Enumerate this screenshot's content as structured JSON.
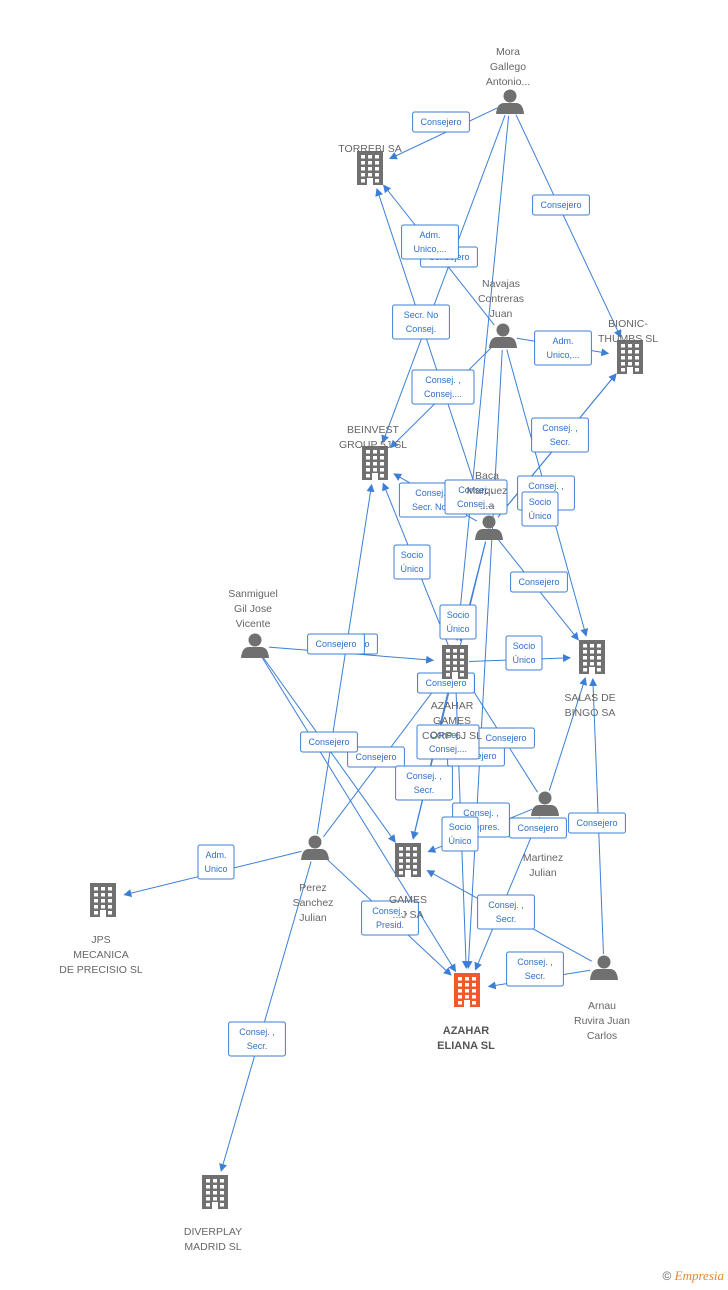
{
  "nodes": [
    {
      "id": "mora",
      "type": "person",
      "lines": [
        "Mora",
        "Gallego",
        "Antonio..."
      ]
    },
    {
      "id": "torrebi",
      "type": "company",
      "lines": [
        "TORREBI SA"
      ]
    },
    {
      "id": "navajas",
      "type": "person",
      "lines": [
        "Navajas",
        "Contreras",
        "Juan"
      ]
    },
    {
      "id": "bionic",
      "type": "company",
      "lines": [
        "BIONIC-",
        "THUMBS SL"
      ]
    },
    {
      "id": "beinvest",
      "type": "company",
      "lines": [
        "BEINVEST",
        "GROUP 5J  SL"
      ]
    },
    {
      "id": "baca",
      "type": "person",
      "lines": [
        "Baca",
        "Marquez",
        "...a"
      ]
    },
    {
      "id": "sanmiguel",
      "type": "person",
      "lines": [
        "Sanmiguel",
        "Gil Jose",
        "Vicente"
      ]
    },
    {
      "id": "azahar_games",
      "type": "company",
      "lines": [
        "AZAHAR",
        "GAMES",
        "CORP 6J  SL"
      ]
    },
    {
      "id": "salas",
      "type": "company",
      "lines": [
        "SALAS DE",
        "BINGO SA"
      ]
    },
    {
      "id": "martinez",
      "type": "person",
      "lines": [
        "Martinez",
        "Julian"
      ]
    },
    {
      "id": "games",
      "type": "company",
      "lines": [
        "GAMES",
        "...J SA"
      ]
    },
    {
      "id": "perez",
      "type": "person",
      "lines": [
        "Perez",
        "Sanchez",
        "Julian"
      ]
    },
    {
      "id": "jps",
      "type": "company",
      "lines": [
        "JPS",
        "MECANICA",
        "DE PRECISIO SL"
      ]
    },
    {
      "id": "azahar_eliana",
      "type": "company",
      "main": true,
      "lines": [
        "AZAHAR",
        "ELIANA  SL"
      ]
    },
    {
      "id": "arnau",
      "type": "person",
      "lines": [
        "Arnau",
        "Ruvira Juan",
        "Carlos"
      ]
    },
    {
      "id": "diverplay",
      "type": "company",
      "lines": [
        "DIVERPLAY",
        "MADRID  SL"
      ]
    }
  ],
  "edges": [
    {
      "from": "mora",
      "to": "torrebi",
      "label": [
        "Consejero"
      ]
    },
    {
      "from": "mora",
      "to": "bionic",
      "label": [
        "Consejero"
      ]
    },
    {
      "from": "mora",
      "to": "beinvest",
      "label": [
        "Consejero"
      ]
    },
    {
      "from": "navajas",
      "to": "torrebi",
      "label": [
        "Adm.",
        "Unico,..."
      ]
    },
    {
      "from": "navajas",
      "to": "bionic",
      "label": [
        "Adm.",
        "Unico,..."
      ]
    },
    {
      "from": "navajas",
      "to": "beinvest",
      "label": [
        "Consej. ,",
        "Consej...."
      ]
    },
    {
      "from": "baca",
      "to": "torrebi",
      "label": [
        "Secr.  No",
        "Consej."
      ]
    },
    {
      "from": "baca",
      "to": "bionic",
      "label": [
        "Consej. ,",
        "Secr."
      ]
    },
    {
      "from": "baca",
      "to": "beinvest",
      "label": [
        "Consej. ,",
        "Secr. No..."
      ]
    },
    {
      "from": "navajas",
      "to": "azahar_eliana",
      "label": [
        "Consej. ,",
        "Consej...."
      ]
    },
    {
      "from": "navajas",
      "to": "salas",
      "label": [
        "Consej. ,",
        "..."
      ]
    },
    {
      "from": "baca",
      "to": "salas",
      "label": [
        "Consejero"
      ]
    },
    {
      "from": "sanmiguel",
      "to": "azahar_games",
      "label": [
        "Consejero"
      ]
    },
    {
      "from": "sanmiguel",
      "to": "games",
      "label": [
        "Consejero"
      ]
    },
    {
      "from": "azahar_games",
      "to": "beinvest",
      "label": [
        "Socio",
        "Único"
      ]
    },
    {
      "from": "azahar_games",
      "to": "salas",
      "label": [
        "Socio",
        "Único"
      ]
    },
    {
      "from": "perez",
      "to": "azahar_games",
      "label": [
        "Consejero"
      ]
    },
    {
      "from": "perez",
      "to": "jps",
      "label": [
        "Adm.",
        "Unico"
      ]
    },
    {
      "from": "perez",
      "to": "azahar_eliana",
      "label": [
        "Consej. ,",
        "Presid."
      ]
    },
    {
      "from": "perez",
      "to": "diverplay",
      "label": [
        "Consej. ,",
        "Secr."
      ]
    },
    {
      "from": "perez",
      "to": "beinvest",
      "label": [
        "Consejero"
      ]
    },
    {
      "from": "martinez",
      "to": "games",
      "label": [
        "Consej. ,",
        "Vicepres."
      ]
    },
    {
      "from": "martinez",
      "to": "azahar_games",
      "label": [
        "Consejero"
      ]
    },
    {
      "from": "martinez",
      "to": "salas",
      "label": [
        "Consejero"
      ]
    },
    {
      "from": "arnau",
      "to": "salas",
      "label": [
        "Consej. ,",
        "Secr."
      ]
    },
    {
      "from": "arnau",
      "to": "games",
      "label": [
        "Consej. ,",
        "Secr."
      ]
    },
    {
      "from": "arnau",
      "to": "azahar_eliana",
      "label": [
        "Consej. ,",
        "Secr."
      ]
    },
    {
      "from": "azahar_games",
      "to": "games",
      "label": [
        "Socio",
        "Único"
      ]
    },
    {
      "from": "azahar_games",
      "to": "azahar_eliana",
      "label": [
        "Socio",
        "Único"
      ]
    },
    {
      "from": "baca",
      "to": "bionic",
      "label": [
        "Socio",
        "Único"
      ]
    },
    {
      "from": "baca",
      "to": "azahar_games",
      "label": [
        "Consejero"
      ]
    },
    {
      "from": "baca",
      "to": "games",
      "label": [
        "Consejero"
      ]
    },
    {
      "from": "mora",
      "to": "azahar_games",
      "label": [
        "Consejero"
      ]
    },
    {
      "from": "martinez",
      "to": "azahar_eliana",
      "label": [
        "Consej. ,",
        "Consej...."
      ]
    },
    {
      "from": "sanmiguel",
      "to": "azahar_eliana",
      "label": [
        "Consejero"
      ]
    }
  ],
  "footer": {
    "copyright": "©",
    "brand": "Empresia"
  },
  "colors": {
    "edge": "#3d7fd6",
    "node": "#707070",
    "main": "#f05a28"
  }
}
